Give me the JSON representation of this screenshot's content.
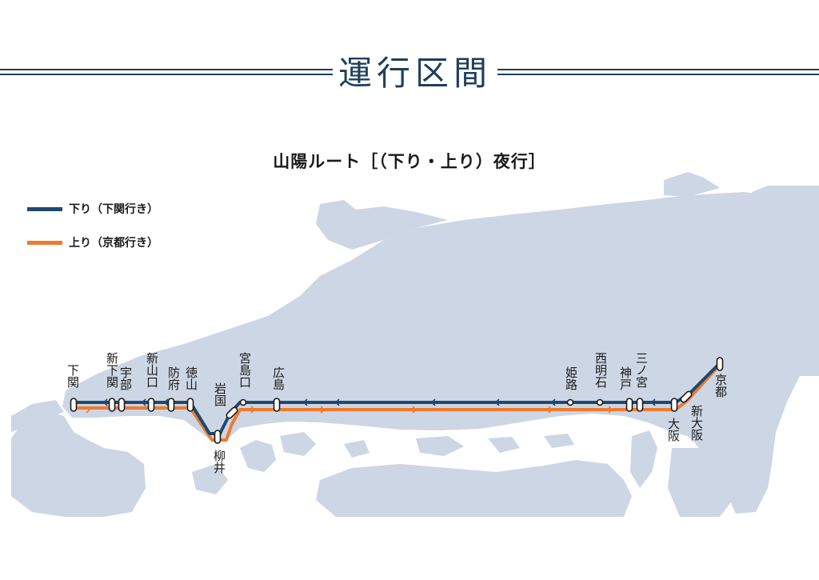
{
  "header": {
    "title": "運行区間"
  },
  "route": {
    "title": "山陽ルート［（下り・上り）夜行］"
  },
  "legend": [
    {
      "label": "下り（下関行き）",
      "color": "#1e4a6e"
    },
    {
      "label": "上り（京都行き）",
      "color": "#f07a2c"
    }
  ],
  "colors": {
    "land": "#cdd6e4",
    "down_line": "#1e4a6e",
    "up_line": "#f07a2c",
    "heading": "#1f3f5c"
  },
  "stations": [
    {
      "id": "shimonoseki",
      "name": "下関"
    },
    {
      "id": "shin-shimonoseki",
      "name": "新下関"
    },
    {
      "id": "ube",
      "name": "宇部"
    },
    {
      "id": "shin-yamaguchi",
      "name": "新山口"
    },
    {
      "id": "hofu",
      "name": "防府"
    },
    {
      "id": "tokuyama",
      "name": "徳山"
    },
    {
      "id": "yanai",
      "name": "柳井"
    },
    {
      "id": "iwakuni",
      "name": "岩国"
    },
    {
      "id": "miyajimaguchi",
      "name": "宮島口"
    },
    {
      "id": "hiroshima",
      "name": "広島"
    },
    {
      "id": "himeji",
      "name": "姫路"
    },
    {
      "id": "nishi-akashi",
      "name": "西明石"
    },
    {
      "id": "kobe",
      "name": "神戸"
    },
    {
      "id": "sannomiya",
      "name": "三ノ宮"
    },
    {
      "id": "osaka",
      "name": "大阪"
    },
    {
      "id": "shin-osaka",
      "name": "新大阪"
    },
    {
      "id": "kyoto",
      "name": "京都"
    }
  ]
}
